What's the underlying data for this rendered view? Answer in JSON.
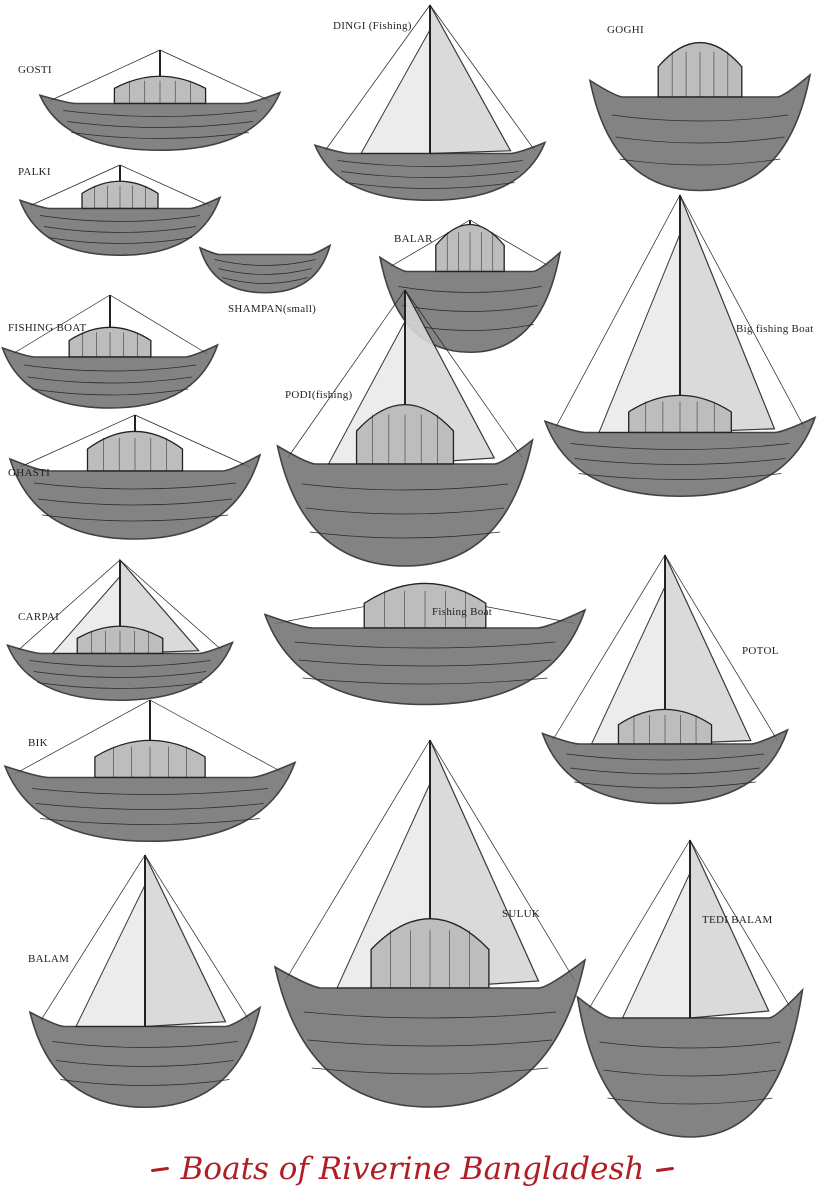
{
  "boats": [
    {
      "label": "GOSTI"
    },
    {
      "label": "DINGI (Fishing)"
    },
    {
      "label": "GOGHI"
    },
    {
      "label": "PALKI"
    },
    {
      "label": "BALAR"
    },
    {
      "label": "SHAMPAN(small)"
    },
    {
      "label": "FISHING BOAT"
    },
    {
      "label": "Big fishing Boat"
    },
    {
      "label": "PODI(fishing)"
    },
    {
      "label": "GHASTI"
    },
    {
      "label": "CARPAI"
    },
    {
      "label": "Fishing Boat"
    },
    {
      "label": "POTOL"
    },
    {
      "label": "BIK"
    },
    {
      "label": "BALAM"
    },
    {
      "label": "SULUK"
    },
    {
      "label": "TEDI BALAM"
    }
  ],
  "title": "Boats of Riverine Bangladesh",
  "colors": {
    "title": "#b01e24",
    "ink": "#222222",
    "hull": "#6e6e6e",
    "sail": "#d6d6d6"
  }
}
